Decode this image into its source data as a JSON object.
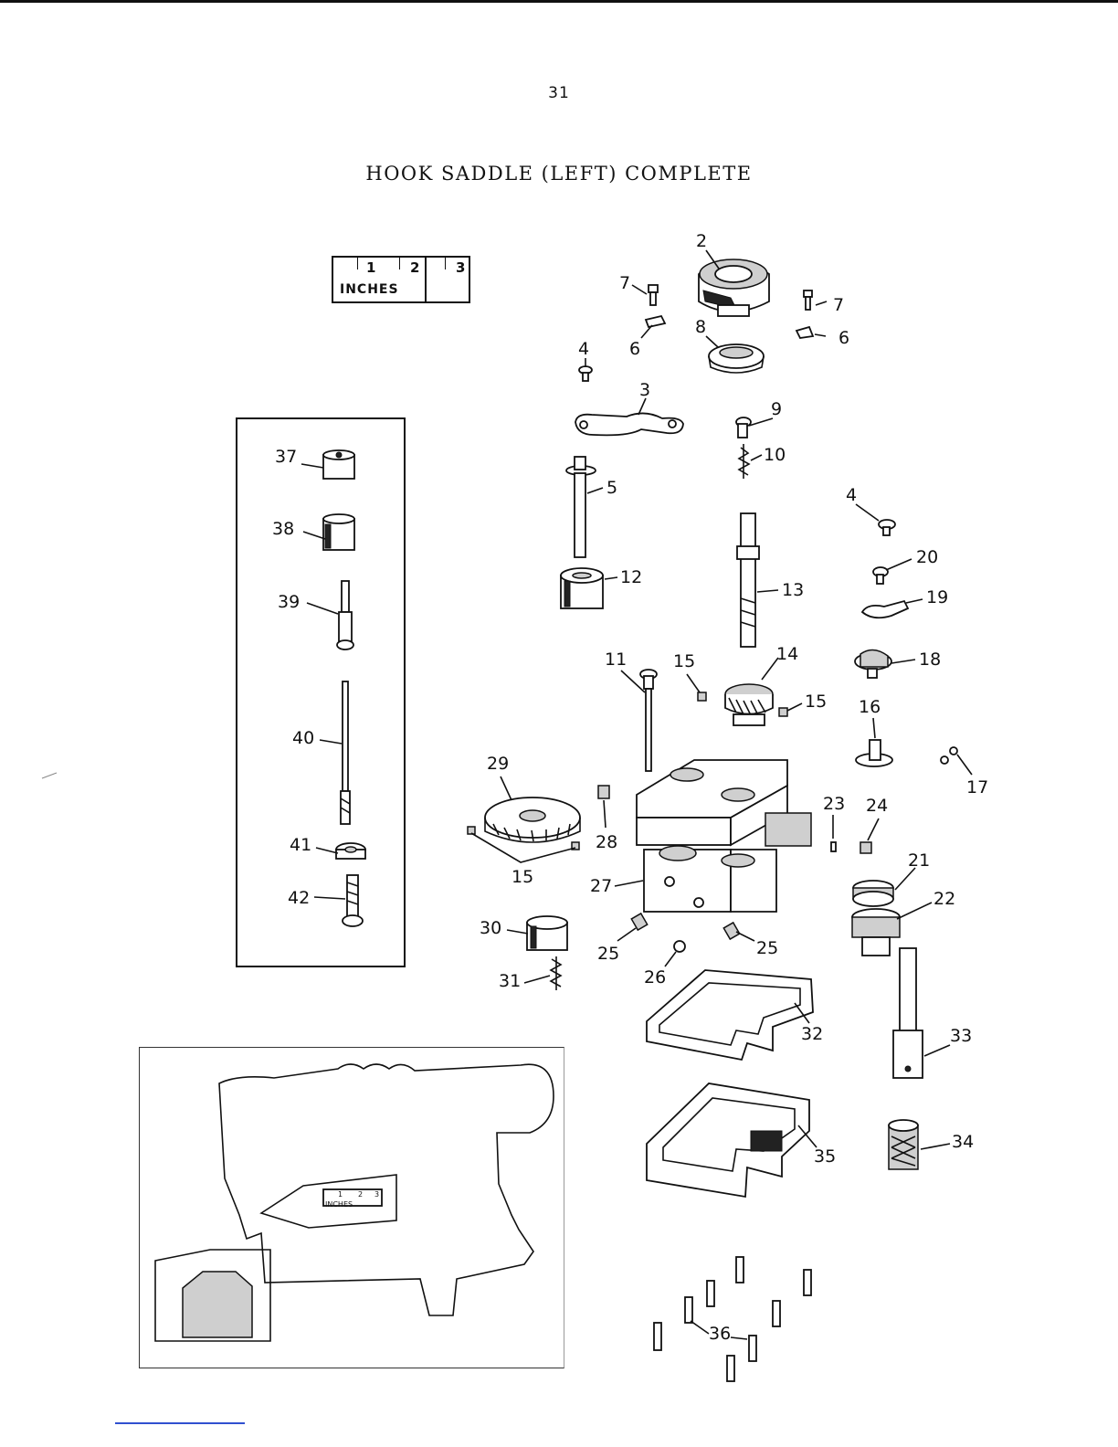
{
  "page": {
    "number": "31",
    "title": "HOOK SADDLE (LEFT) COMPLETE"
  },
  "scale_bar": {
    "marks": [
      "1",
      "2",
      "3"
    ],
    "unit": "INCHES"
  },
  "callouts": [
    "2",
    "7",
    "7",
    "6",
    "6",
    "8",
    "4",
    "3",
    "9",
    "10",
    "5",
    "4",
    "20",
    "19",
    "12",
    "13",
    "11",
    "15",
    "14",
    "15",
    "18",
    "16",
    "17",
    "29",
    "28",
    "23",
    "24",
    "15",
    "21",
    "27",
    "22",
    "30",
    "25",
    "25",
    "26",
    "31",
    "32",
    "33",
    "34",
    "35",
    "36"
  ],
  "inset_callouts": [
    "37",
    "38",
    "39",
    "40",
    "41",
    "42"
  ],
  "machine_inset": {
    "scale_marks": [
      "1",
      "2",
      "3"
    ],
    "scale_unit": "INCHES"
  }
}
